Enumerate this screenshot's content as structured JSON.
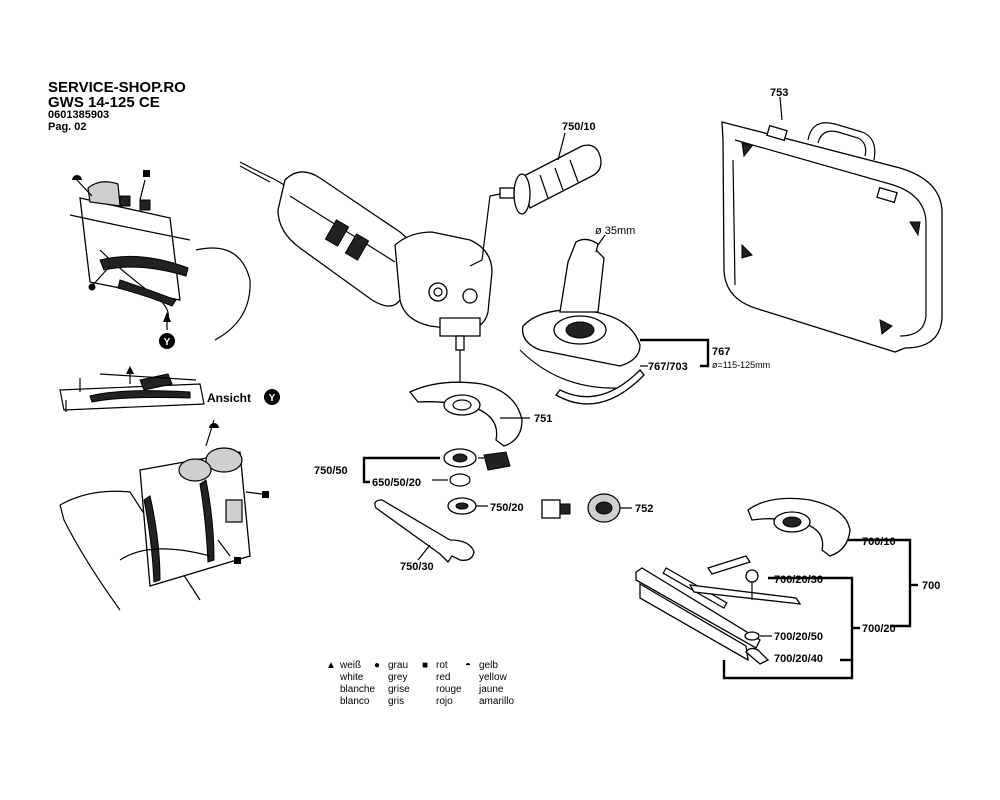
{
  "header": {
    "shop": "SERVICE-SHOP.RO",
    "model": "GWS 14-125 CE",
    "part_number": "0601385903",
    "page": "Pag. 02"
  },
  "labels": {
    "p753": "753",
    "p750_10": "750/10",
    "dia35": "ø 35mm",
    "p767": "767",
    "p767_703": "767/703",
    "dia_range": "ø=115-125mm",
    "p751": "751",
    "p750_50": "750/50",
    "p650_50_20": "650/50/20",
    "p750_20": "750/20",
    "p752": "752",
    "p750_30": "750/30",
    "p700_10": "700/10",
    "p700": "700",
    "p700_20_30": "700/20/30",
    "p700_20_50": "700/20/50",
    "p700_20": "700/20",
    "p700_20_40": "700/20/40",
    "ansicht": "Ansicht",
    "y_marker": "Y"
  },
  "legend": [
    {
      "symbol": "▲",
      "lines": [
        "weiß",
        "white",
        "blanche",
        "blanco"
      ]
    },
    {
      "symbol": "●",
      "lines": [
        "grau",
        "grey",
        "grise",
        "gris"
      ]
    },
    {
      "symbol": "■",
      "lines": [
        "rot",
        "red",
        "rouge",
        "rojo"
      ]
    },
    {
      "symbol": "◓",
      "lines": [
        "gelb",
        "yellow",
        "jaune",
        "amarillo"
      ]
    }
  ]
}
